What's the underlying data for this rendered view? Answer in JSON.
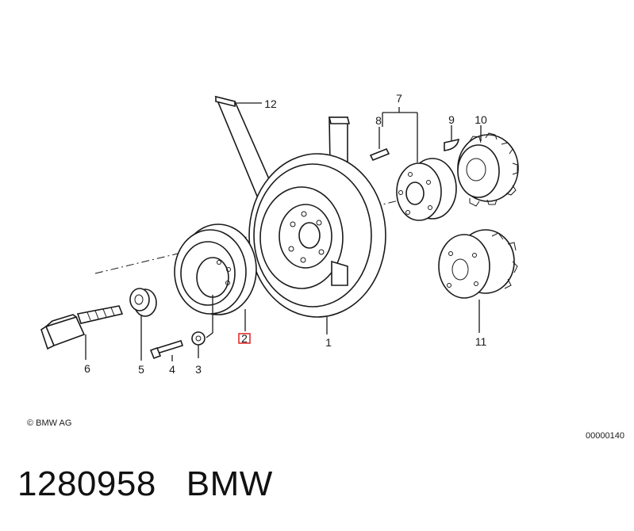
{
  "callouts": [
    "1",
    "2",
    "3",
    "4",
    "5",
    "6",
    "7",
    "8",
    "9",
    "10",
    "11",
    "12"
  ],
  "copyright": "© BMW AG",
  "image_number": "00000140",
  "footer": {
    "part_number": "1280958",
    "brand": "BMW"
  },
  "highlight_color": "#e02020"
}
